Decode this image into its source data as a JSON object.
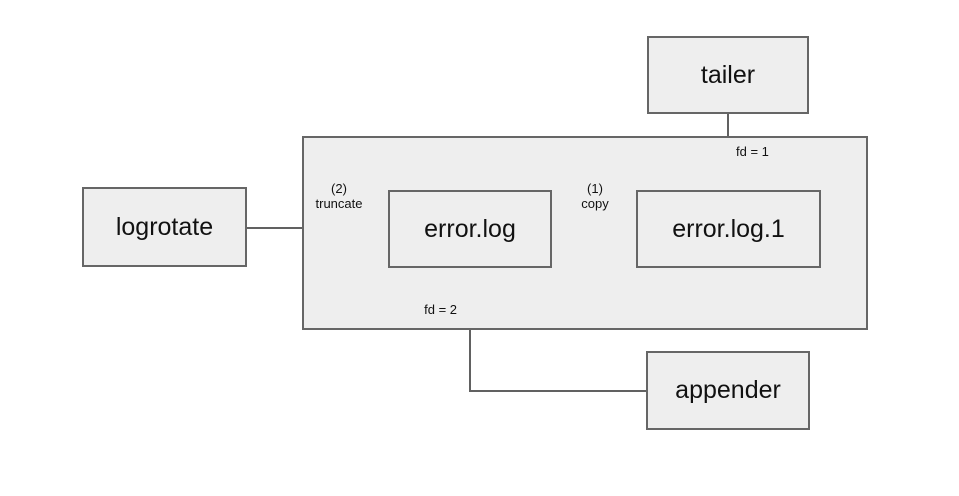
{
  "diagram": {
    "nodes": {
      "tailer": {
        "label": "tailer"
      },
      "logrotate": {
        "label": "logrotate"
      },
      "error_log": {
        "label": "error.log"
      },
      "error_log_1": {
        "label": "error.log.1"
      },
      "appender": {
        "label": "appender"
      }
    },
    "edge_labels": {
      "truncate": "(2)\ntruncate",
      "copy": "(1)\ncopy",
      "fd1": "fd = 1",
      "fd2": "fd = 2"
    },
    "colors": {
      "background": "#ffffff",
      "node_fill": "#eeeeee",
      "node_border": "#666666",
      "arrow": "#616161",
      "text": "#111111"
    }
  }
}
